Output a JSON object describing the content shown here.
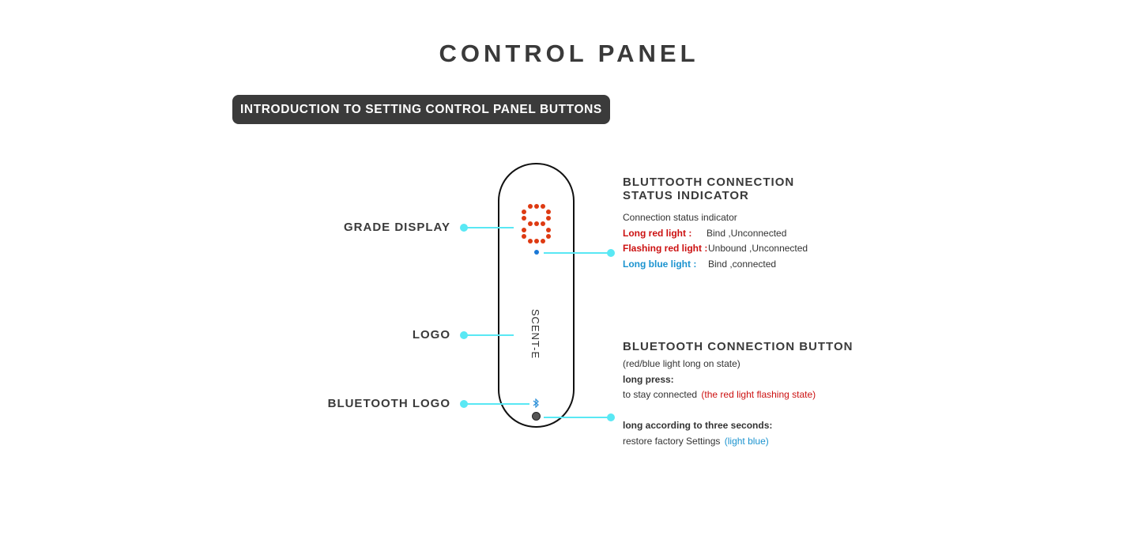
{
  "page_title": "CONTROL PANEL",
  "section_badge": "INTRODUCTION TO SETTING CONTROL PANEL BUTTONS",
  "callouts": {
    "grade_display": "GRADE DISPLAY",
    "logo": "LOGO",
    "bluetooth_logo": "BLUETOOTH LOGO"
  },
  "device": {
    "brand_text": "SCENT-E",
    "bluetooth_symbol": "ᛒ",
    "display_color": "#de3a12",
    "indicator_color": "#1a78d6"
  },
  "status_indicator": {
    "heading_line1": "BLUTTOOTH CONNECTION",
    "heading_line2": "STATUS INDICATOR",
    "subtitle": "Connection status indicator",
    "rows": [
      {
        "label": "Long red light :",
        "value": "Bind ,Unconnected"
      },
      {
        "label": "Flashing red light :",
        "value": "Unbound ,Unconnected"
      },
      {
        "label": "Long blue light :",
        "value": "Bind ,connected"
      }
    ]
  },
  "connection_button": {
    "heading": "BLUETOOTH CONNECTION BUTTON",
    "note": "(red/blue light long on state)",
    "long_press_label": "long press:",
    "long_press_text": "to stay connected",
    "long_press_state": "(the red light flashing state)",
    "three_sec_label": "long according to three seconds:",
    "three_sec_text": "restore factory Settings",
    "three_sec_state": "(light blue)"
  },
  "colors": {
    "leader": "#59e8f4",
    "red_text": "#cc1111",
    "blue_text": "#1b93cf",
    "badge_bg": "#3b3b3b"
  }
}
